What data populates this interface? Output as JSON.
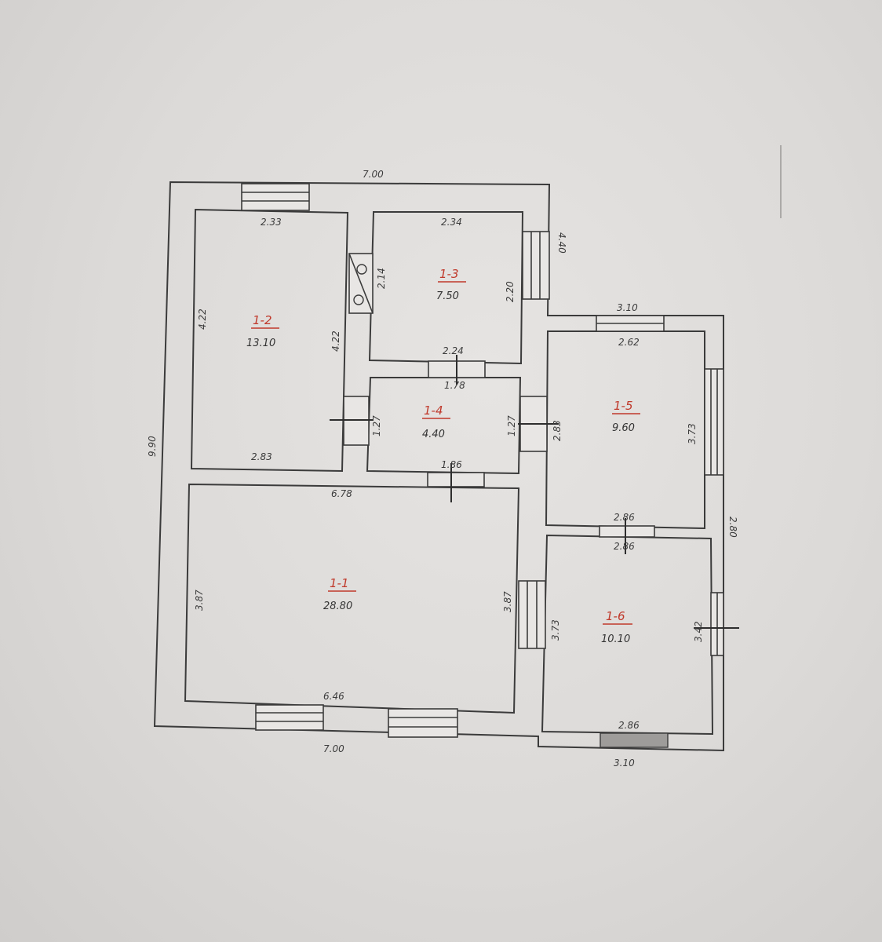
{
  "dimensions": {
    "outer_top": "7.00",
    "outer_bottom": "7.00",
    "outer_left": "9.90",
    "right_upper": "4.40",
    "right_lower": "2.80",
    "right_top_step": "3.10",
    "right_bottom": "3.10",
    "r2_top": "2.33",
    "r2_bottom": "2.83",
    "r2_left": "4.22",
    "r2_right": "4.22",
    "r3_top": "2.34",
    "r3_left": "2.14",
    "r3_right": "2.20",
    "r4_top": "2.24",
    "r4_top_in": "1.78",
    "r4_left": "1.27",
    "r4_right": "1.27",
    "r4_bottom": "1.86",
    "r1_top": "6.78",
    "r1_bottom": "6.46",
    "r1_left": "3.87",
    "r1_right": "3.87",
    "r5_top": "2.62",
    "r5_left": "2.83",
    "r5_right": "3.73",
    "r5_bottom": "2.86",
    "r6_top": "2.86",
    "r6_left": "3.73",
    "r6_right": "3.42",
    "r6_bottom": "2.86"
  },
  "rooms": [
    {
      "id": "1-1",
      "area": "28.80"
    },
    {
      "id": "1-2",
      "area": "13.10"
    },
    {
      "id": "1-3",
      "area": "7.50"
    },
    {
      "id": "1-4",
      "area": "4.40"
    },
    {
      "id": "1-5",
      "area": "9.60"
    },
    {
      "id": "1-6",
      "area": "10.10"
    }
  ]
}
